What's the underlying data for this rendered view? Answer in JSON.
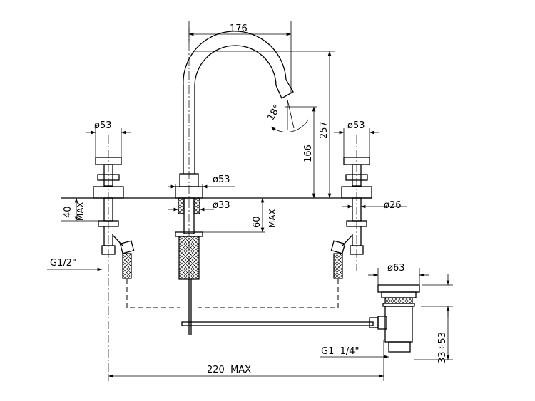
{
  "title": "Three-hole basin mixer technical drawing",
  "dimensions": {
    "spout_reach": "176",
    "total_height": "257",
    "spout_outlet_height": "166",
    "spout_angle": "18°",
    "left_handle_dia": "ø53",
    "right_handle_dia": "ø53",
    "spout_base_dia": "ø53",
    "spout_shank_dia": "ø33",
    "spout_max_deck": "60",
    "spout_max_deck_suffix": "MAX",
    "left_max_deck": "40",
    "left_max_deck_suffix": "MAX",
    "valve_shank_dia": "ø26",
    "inlet_thread": "G1/2\"",
    "waste_dia": "ø63",
    "waste_thread": "G1  1/4\"",
    "waste_range": "33÷53",
    "max_spread": "220  MAX"
  }
}
